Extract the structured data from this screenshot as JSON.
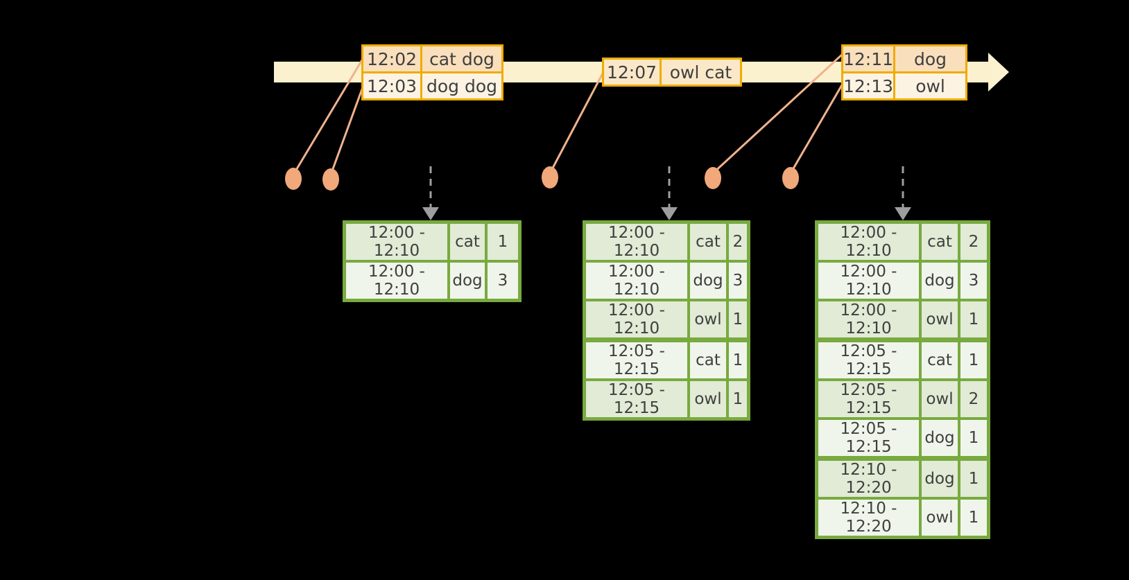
{
  "diagram": "streaming-windowed-word-counts",
  "colors": {
    "background": "#000000",
    "timeline_band": "#FCF1CE",
    "event_border": "#F0AB00",
    "event_row_dark": "#F9DFBC",
    "event_row_light": "#FDF3E3",
    "event_row_single": "#FBE8C9",
    "result_border": "#78AA40",
    "result_row_dark": "#E1EBD5",
    "result_row_light": "#F0F5EB",
    "connector": "#F0B28C",
    "dot": "#F1A87A",
    "trigger_arrow": "#9E9E9E",
    "text": "#3F3F3F"
  },
  "event_tables": [
    {
      "rows": [
        [
          "12:02",
          "cat dog"
        ],
        [
          "12:03",
          "dog dog"
        ]
      ]
    },
    {
      "rows": [
        [
          "12:07",
          "owl cat"
        ]
      ]
    },
    {
      "rows": [
        [
          "12:11",
          "dog"
        ],
        [
          "12:13",
          "owl"
        ]
      ]
    }
  ],
  "result_tables": [
    {
      "rows": [
        [
          "12:00 - 12:10",
          "cat",
          "1"
        ],
        [
          "12:00 - 12:10",
          "dog",
          "3"
        ]
      ]
    },
    {
      "rows": [
        [
          "12:00 - 12:10",
          "cat",
          "2"
        ],
        [
          "12:00 - 12:10",
          "dog",
          "3"
        ],
        [
          "12:00 - 12:10",
          "owl",
          "1"
        ],
        [
          "12:05 - 12:15",
          "cat",
          "1"
        ],
        [
          "12:05 - 12:15",
          "owl",
          "1"
        ]
      ]
    },
    {
      "rows": [
        [
          "12:00 - 12:10",
          "cat",
          "2"
        ],
        [
          "12:00 - 12:10",
          "dog",
          "3"
        ],
        [
          "12:00 - 12:10",
          "owl",
          "1"
        ],
        [
          "12:05 - 12:15",
          "cat",
          "1"
        ],
        [
          "12:05 - 12:15",
          "owl",
          "2"
        ],
        [
          "12:05 - 12:15",
          "dog",
          "1"
        ],
        [
          "12:10 - 12:20",
          "dog",
          "1"
        ],
        [
          "12:10 - 12:20",
          "owl",
          "1"
        ]
      ]
    }
  ]
}
